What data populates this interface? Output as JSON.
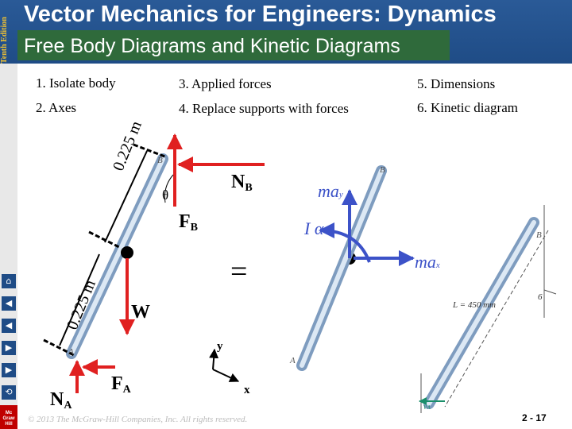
{
  "header": {
    "edition": "Tenth Edition",
    "title": "Vector Mechanics for Engineers: Dynamics",
    "subtitle": "Free Body Diagrams and Kinetic Diagrams"
  },
  "steps": [
    "1.  Isolate body",
    "2.  Axes",
    "3.  Applied forces",
    "4.  Replace supports with forces",
    "5.  Dimensions",
    "6.  Kinetic diagram"
  ],
  "fbd": {
    "dim_upper": "0.225 m",
    "dim_lower": "0.225 m",
    "theta": "θ",
    "nb": "N",
    "nb_sub": "B",
    "fb": "F",
    "fb_sub": "B",
    "w": "W",
    "fa": "F",
    "fa_sub": "A",
    "na": "N",
    "na_sub": "A",
    "axis_y": "y",
    "axis_x": "x",
    "equals": "="
  },
  "kinetic": {
    "may": "ma",
    "may_sub": "y",
    "ialpha": "I α",
    "max": "ma",
    "max_sub": "x"
  },
  "figure": {
    "point_b": "B",
    "point_a": "A",
    "length": "L = 450 mm",
    "angle": "6",
    "va": "v"
  },
  "footer": {
    "copyright": "© 2013 The McGraw-Hill Companies, Inc. All rights reserved.",
    "page": "2 - 17"
  },
  "nav": {
    "home_icon": "home-icon",
    "buttons": [
      "first-icon",
      "prev-icon",
      "next-icon",
      "last-icon",
      "back-icon",
      "exit-icon"
    ],
    "logo": "Mc Graw Hill"
  },
  "colors": {
    "header_blue": "#1f4c86",
    "subtitle_green": "#2f6a3b",
    "edition_gold": "#f1c232",
    "force_red": "#e02020",
    "kinetic_blue": "#3c52c8",
    "rod_blue": "#9fbad6"
  }
}
